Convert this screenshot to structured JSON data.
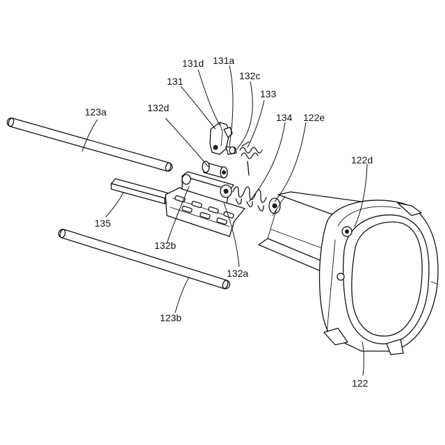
{
  "labels": {
    "l131d": "131d",
    "l131a": "131a",
    "l132c": "132c",
    "l131": "131",
    "l133": "133",
    "l132d": "132d",
    "l123a": "123a",
    "l134": "134",
    "l122e": "122e",
    "l122d": "122d",
    "l135": "135",
    "l132b": "132b",
    "l132a": "132a",
    "l123b": "123b",
    "l122": "122"
  }
}
